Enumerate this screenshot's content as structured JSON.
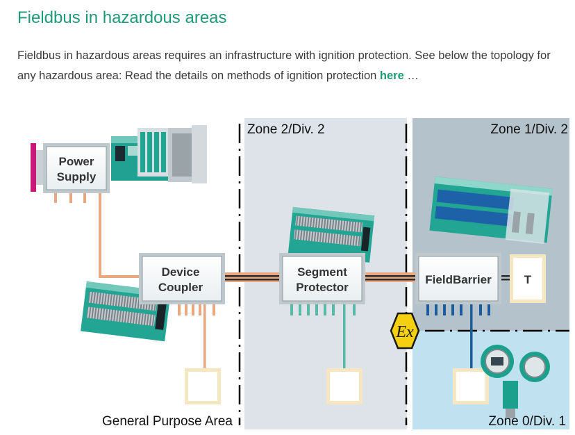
{
  "page": {
    "title": "Fieldbus in hazardous areas",
    "intro_text": "Fieldbus in hazardous areas requires an infrastructure with ignition protection. See below the topology for any hazardous area: Read the details on methods of ignition protection ",
    "intro_link": "here",
    "intro_tail": " …"
  },
  "diagram": {
    "zones": {
      "general": "General Purpose Area",
      "zone2": "Zone 2/Div. 2",
      "zone1": "Zone 1/Div. 2",
      "zone0": "Zone 0/Div. 1"
    },
    "blocks": {
      "power_supply": [
        "Power",
        "Supply"
      ],
      "device_coupler": [
        "Device",
        "Coupler"
      ],
      "segment_protector": [
        "Segment",
        "Protector"
      ],
      "field_barrier": "FieldBarrier",
      "terminator": "T"
    },
    "ex_symbol": "Ex",
    "colors": {
      "accent": "#1f9a78",
      "zone2_bg": "#dde3e8",
      "zone1_bg": "#b4c2cc",
      "zone0_bg": "#c0e2f0",
      "trunk_orange": "#e8a882",
      "spur_teal": "#5ab8a8",
      "spur_blue": "#1d5c9a",
      "ex_yellow": "#f4d010"
    }
  }
}
